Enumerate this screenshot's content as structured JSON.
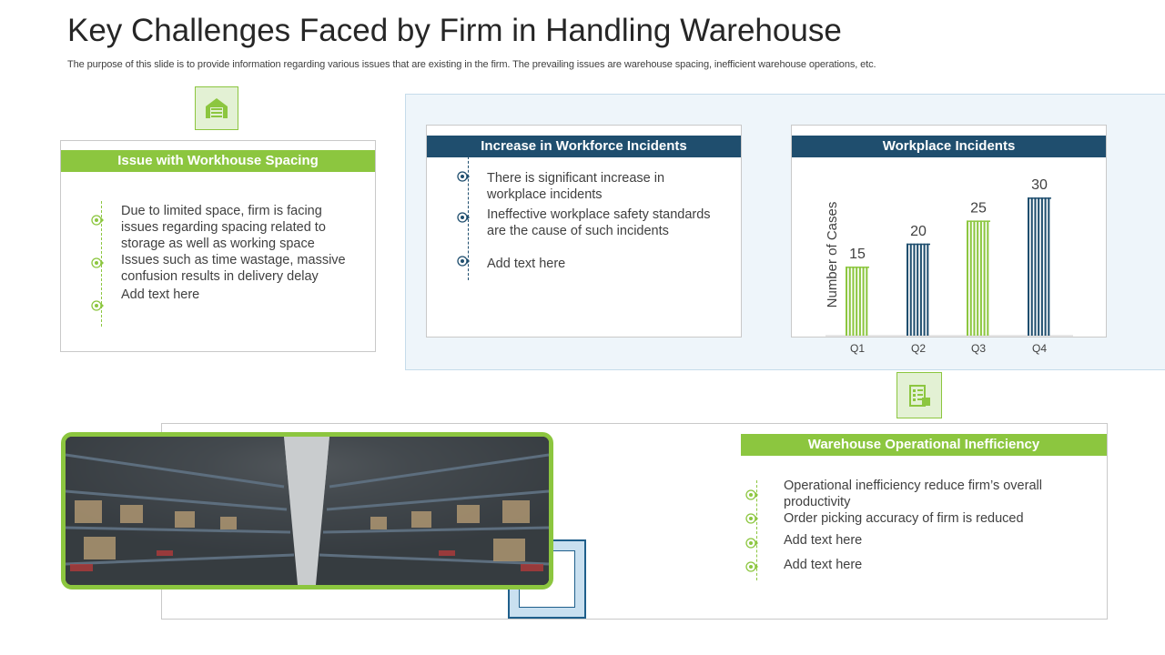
{
  "title": "Key Challenges Faced by Firm in Handling Warehouse",
  "subtitle": "The purpose of this slide is to provide information regarding various issues that are existing in the firm. The prevailing issues are warehouse spacing, inefficient warehouse operations, etc.",
  "colors": {
    "green": "#8cc63f",
    "navy": "#1f4e6e",
    "light_blue": "#eef5fa"
  },
  "spacing_panel": {
    "header": "Issue with Workhouse Spacing",
    "icon": "warehouse-icon",
    "bullets": [
      "Due to limited space, firm is facing issues regarding spacing related to storage as well as working space",
      "Issues such as time wastage, massive confusion results in delivery delay",
      "Add text here"
    ]
  },
  "workforce_panel": {
    "header": "Increase in Workforce Incidents",
    "bullets": [
      "There is significant increase in workplace incidents",
      "Ineffective workplace safety standards are the cause of such incidents",
      "Add text here"
    ]
  },
  "incidents_panel": {
    "header": "Workplace Incidents"
  },
  "chart_data": {
    "type": "bar",
    "title": "Workplace Incidents",
    "categories": [
      "Q1",
      "Q2",
      "Q3",
      "Q4"
    ],
    "values": [
      15,
      20,
      25,
      30
    ],
    "labels": [
      "15",
      "20",
      "25",
      "30"
    ],
    "ylabel": "Number of Cases",
    "xlabel": "",
    "ylim": [
      0,
      32
    ],
    "bar_colors": [
      "#8cc63f",
      "#1f4e6e",
      "#8cc63f",
      "#1f4e6e"
    ],
    "grid": false
  },
  "operational_panel": {
    "header": "Warehouse Operational Inefficiency",
    "icon": "checklist-icon",
    "bullets": [
      "Operational inefficiency reduce firm’s overall productivity",
      "Order picking accuracy of firm is reduced",
      "Add text here",
      "Add text here"
    ]
  },
  "photo": {
    "subject": "warehouse-aisle-photo"
  }
}
